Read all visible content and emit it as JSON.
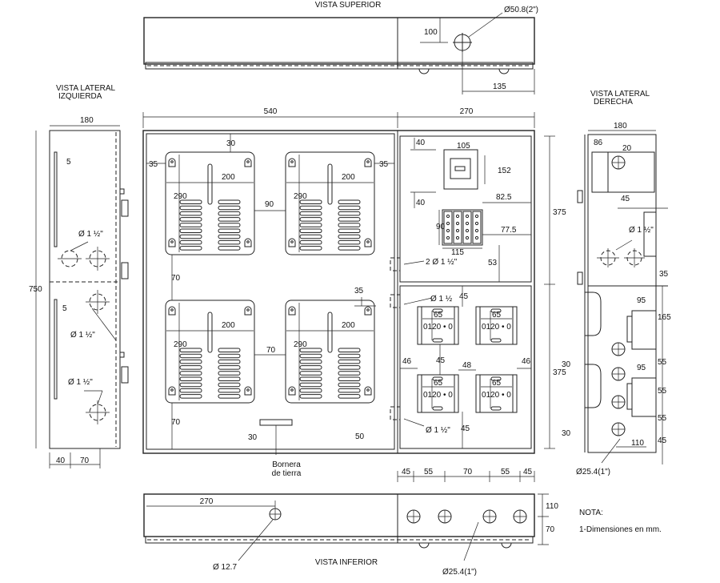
{
  "colors": {
    "line": "#222222",
    "background": "#ffffff"
  },
  "top_view": {
    "title": "VISTA SUPERIOR",
    "labels": [
      "Ø50.8(2\")",
      "100",
      "135"
    ]
  },
  "front_view": {
    "dims": [
      "540",
      "270",
      "375",
      "375"
    ],
    "left_labels": [
      "30",
      "35",
      "35",
      "90",
      "70",
      "70",
      "35",
      "70",
      "30",
      "50"
    ],
    "plate_labels": [
      "200",
      "290"
    ],
    "bornera": [
      "Bornera",
      "de tierra"
    ],
    "upper_right_labels": [
      "40",
      "105",
      "152",
      "40",
      "82.5",
      "90",
      "77.5",
      "115",
      "53",
      "2 Ø 1 ½\""
    ],
    "lower_right_labels": [
      "Ø 1 ½",
      "45",
      "46",
      "45",
      "48",
      "46",
      "Ø 1 ½\"",
      "45"
    ],
    "module_labels": [
      "65",
      "0120 • 0"
    ]
  },
  "left_view": {
    "title_line1": "VISTA LATERAL",
    "title_line2": "IZQUIERDA",
    "labels": [
      "180",
      "750",
      "5",
      "Ø 1 ½\"",
      "5",
      "Ø 1 ½\"",
      "Ø 1 ½\"",
      "40",
      "70"
    ]
  },
  "right_view": {
    "title_line1": "VISTA LATERAL",
    "title_line2": "DERECHA",
    "labels": [
      "180",
      "86",
      "20",
      "45",
      "Ø 1 ½\"",
      "35",
      "95",
      "165",
      "55",
      "95",
      "55",
      "55",
      "45",
      "110",
      "30",
      "30",
      "Ø25.4(1\")"
    ]
  },
  "bottom_view": {
    "title": "VISTA INFERIOR",
    "labels": [
      "270",
      "Ø 12.7",
      "Ø25.4(1\")",
      "45",
      "55",
      "70",
      "55",
      "45",
      "110",
      "70"
    ]
  },
  "note": {
    "title": "NOTA:",
    "line1": "1-Dimensiones en mm."
  }
}
